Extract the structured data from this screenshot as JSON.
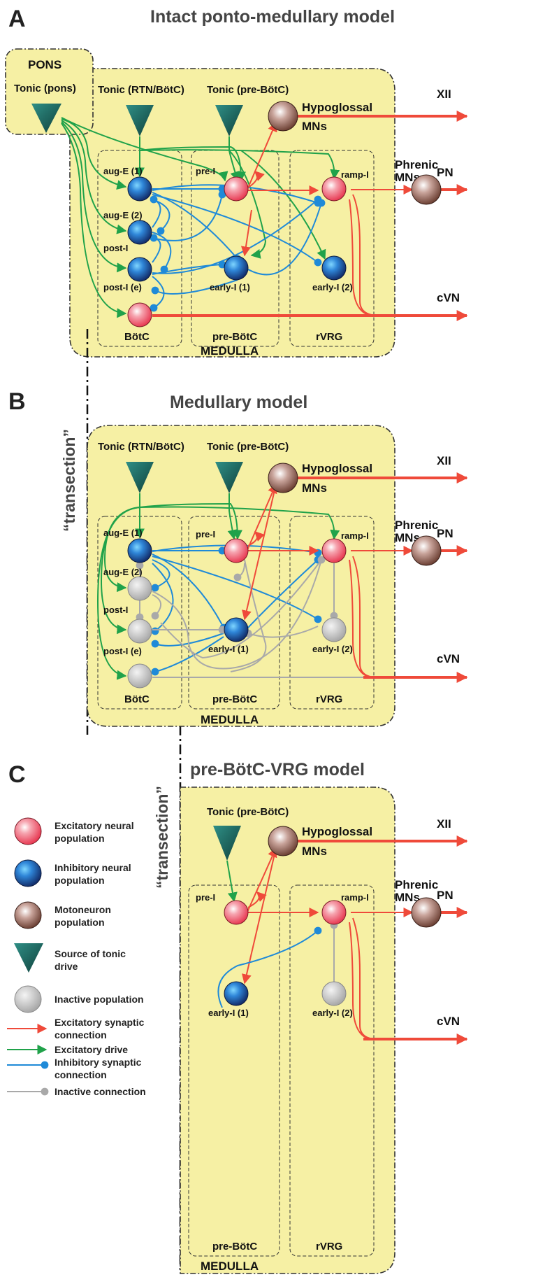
{
  "panelA": {
    "letter": "A",
    "title": "Intact ponto-medullary model",
    "pons": "PONS",
    "tonic_pons": "Tonic (pons)",
    "tonic_rtn": "Tonic (RTN/BötC)",
    "tonic_prebotc": "Tonic (pre-BötC)",
    "hypoglossal": "Hypoglossal",
    "mns": "MNs",
    "xii": "XII",
    "phrenic": "Phrenic",
    "phrenic_mns": "MNs",
    "pn": "PN",
    "cvn": "cVN",
    "aug_e1": "aug-E (1)",
    "aug_e2": "aug-E (2)",
    "post_i": "post-I",
    "post_ie": "post-I (e)",
    "pre_i": "pre-I",
    "ramp_i": "ramp-I",
    "early_i1": "early-I (1)",
    "early_i2": "early-I (2)",
    "botc": "BötC",
    "prebotc": "pre-BötC",
    "rvrg": "rVRG",
    "medulla": "MEDULLA"
  },
  "panelB": {
    "letter": "B",
    "title": "Medullary  model",
    "transection": "“transection”",
    "tonic_rtn": "Tonic (RTN/BötC)",
    "tonic_prebotc": "Tonic (pre-BötC)",
    "hypoglossal": "Hypoglossal",
    "mns": "MNs",
    "xii": "XII",
    "phrenic": "Phrenic",
    "phrenic_mns": "MNs",
    "pn": "PN",
    "cvn": "cVN",
    "aug_e1": "aug-E (1)",
    "aug_e2": "aug-E (2)",
    "post_i": "post-I",
    "post_ie": "post-I (e)",
    "pre_i": "pre-I",
    "ramp_i": "ramp-I",
    "early_i1": "early-I (1)",
    "early_i2": "early-I (2)",
    "botc": "BötC",
    "prebotc": "pre-BötC",
    "rvrg": "rVRG",
    "medulla": "MEDULLA"
  },
  "panelC": {
    "letter": "C",
    "title": "pre-BötC-VRG model",
    "transection": "“transection”",
    "tonic_prebotc": "Tonic (pre-BötC)",
    "hypoglossal": "Hypoglossal",
    "mns": "MNs",
    "xii": "XII",
    "phrenic": "Phrenic",
    "phrenic_mns": "MNs",
    "pn": "PN",
    "cvn": "cVN",
    "pre_i": "pre-I",
    "ramp_i": "ramp-I",
    "early_i1": "early-I (1)",
    "early_i2": "early-I (2)",
    "prebotc": "pre-BötC",
    "rvrg": "rVRG",
    "medulla": "MEDULLA"
  },
  "legend": {
    "excitatory_l1": "Excitatory neural",
    "excitatory_l2": "population",
    "inhibitory_l1": "Inhibitory neural",
    "inhibitory_l2": "population",
    "motoneuron_l1": "Motoneuron",
    "motoneuron_l2": "population",
    "tonic_l1": "Source of tonic",
    "tonic_l2": "drive",
    "inactive": "Inactive population",
    "exc_syn_l1": "Excitatory synaptic",
    "exc_syn_l2": "connection",
    "exc_drive": "Excitatory drive",
    "inh_syn_l1": "Inhibitory synaptic",
    "inh_syn_l2": "connection",
    "inactive_conn": "Inactive connection"
  },
  "colors": {
    "medulla_fill": "#f6f0a4",
    "excitatory": "#ee4a5e",
    "inhibitory": "#1f4fae",
    "motoneuron": "#8a5a4e",
    "tonic": "#1f6d62",
    "inactive": "#b8b8b8",
    "exc_arrow": "#ef4a3a",
    "drive_arrow": "#20a24a",
    "inh_line": "#1f8ad8",
    "inactive_line": "#a9a9a9"
  }
}
